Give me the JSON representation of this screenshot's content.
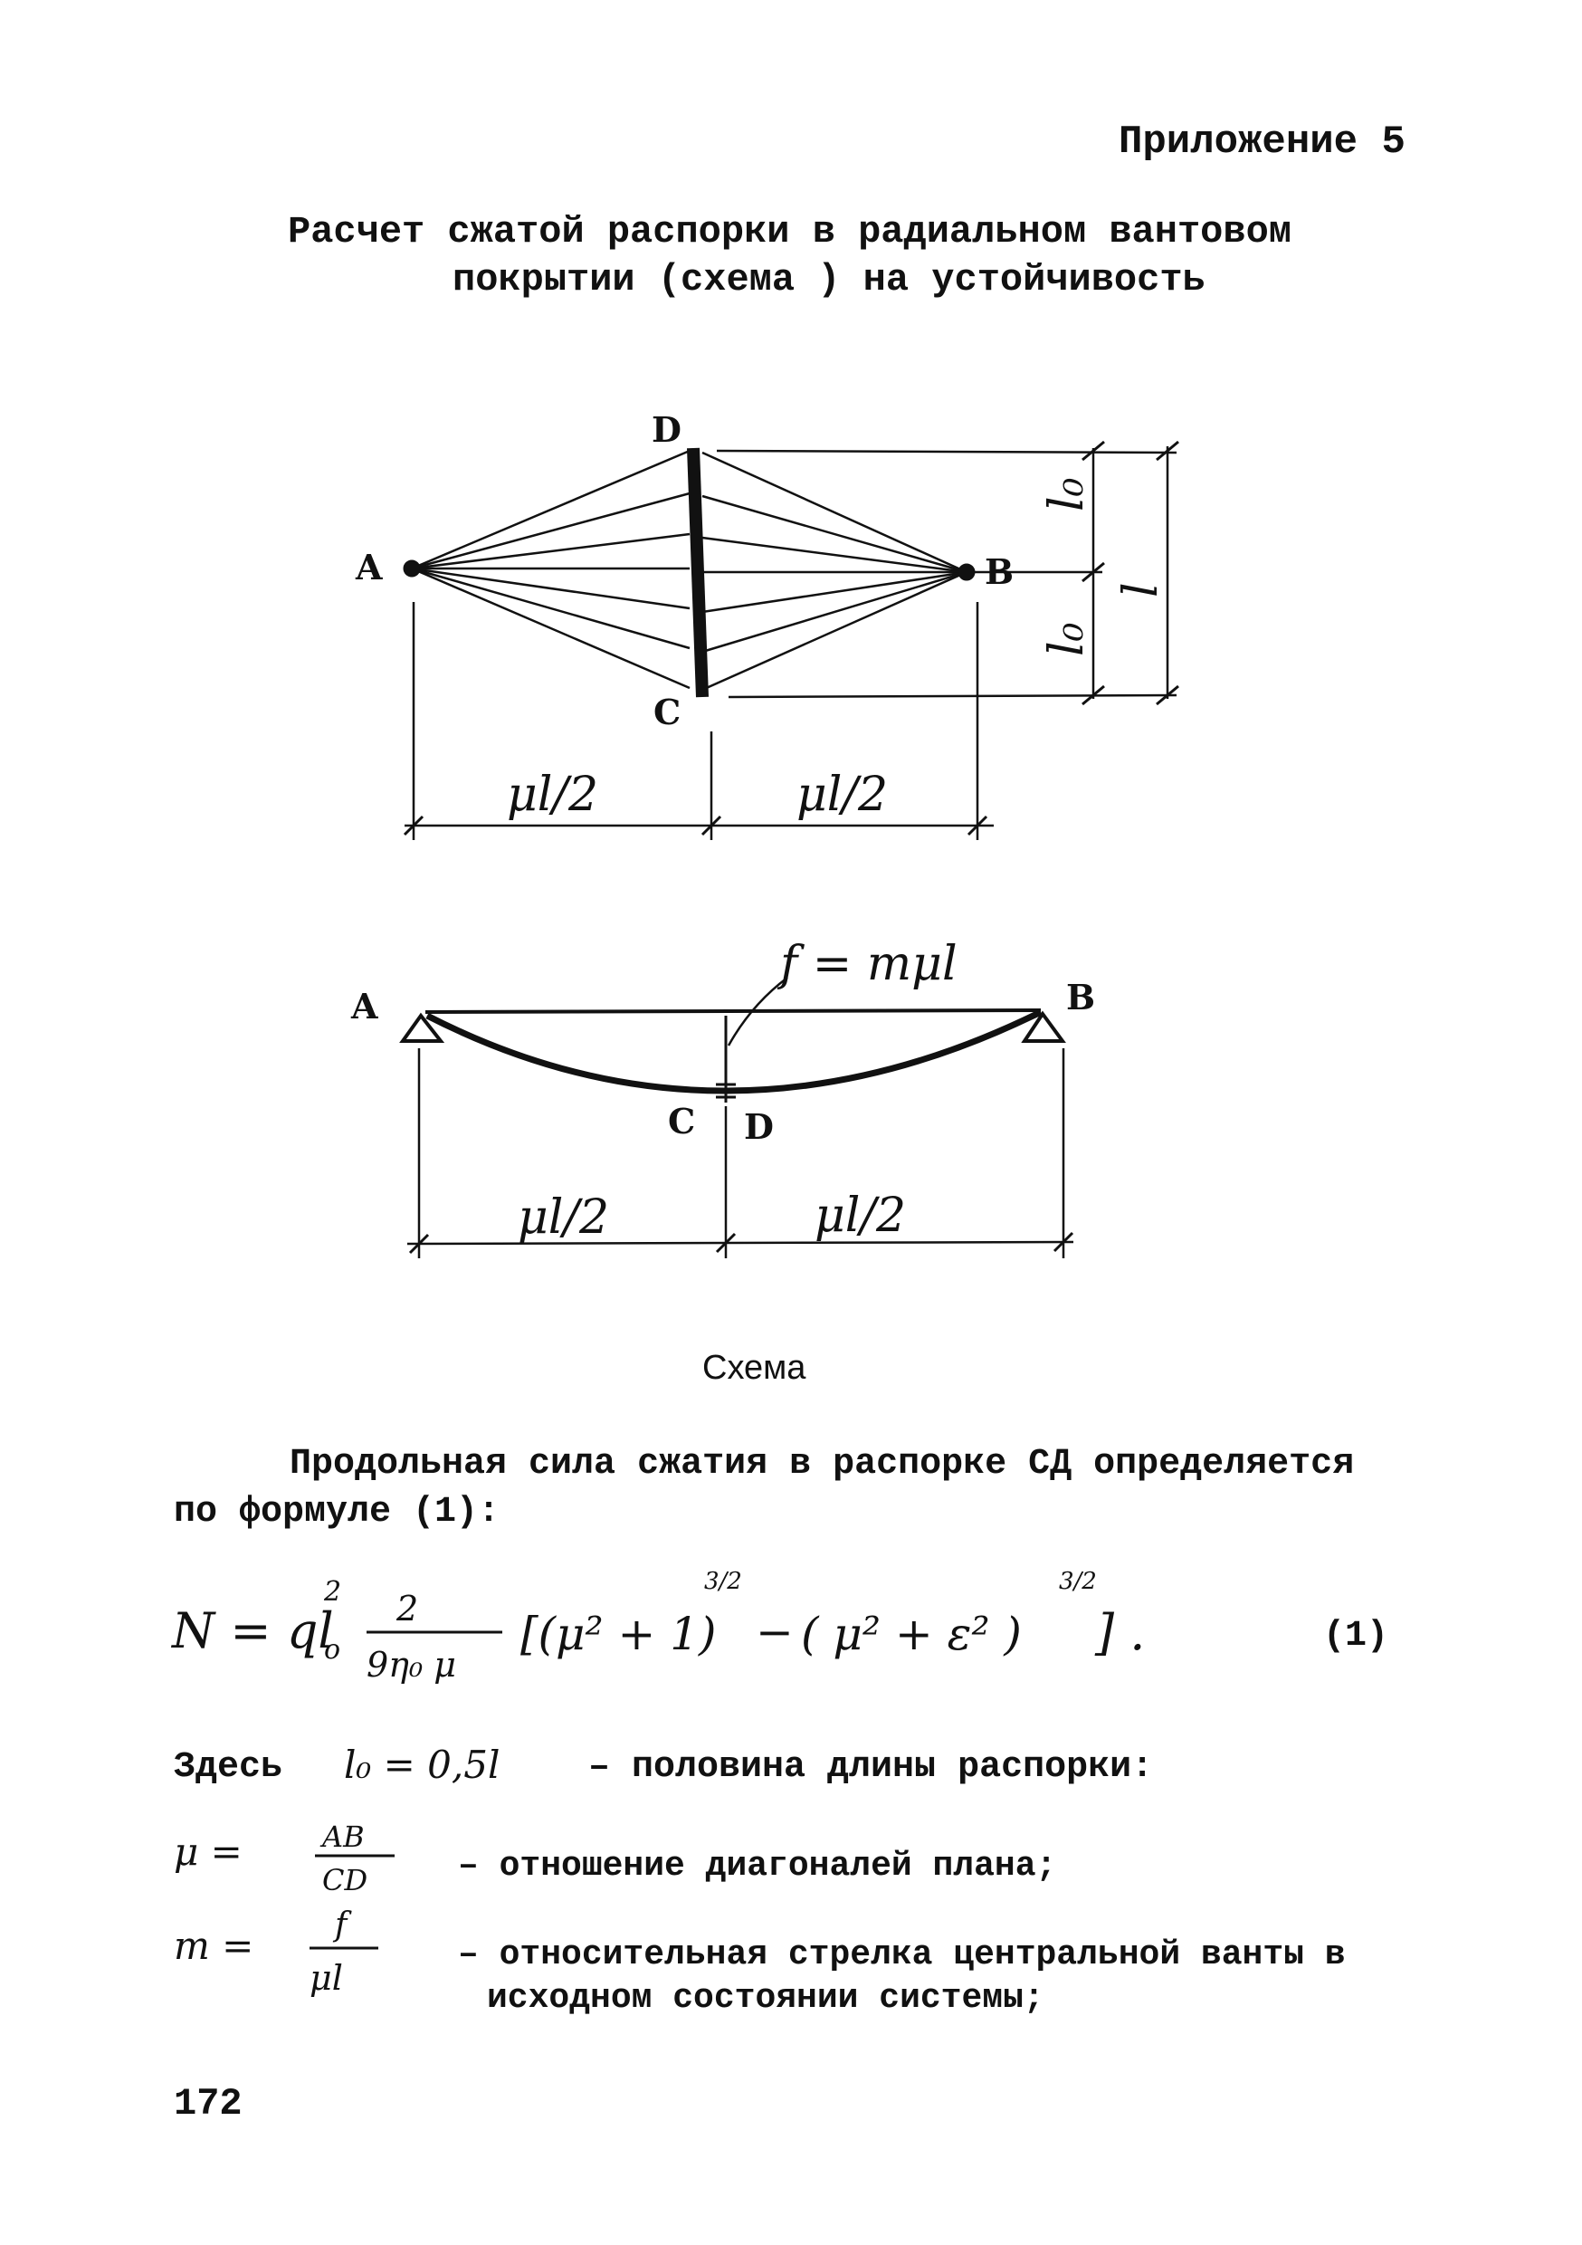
{
  "header": {
    "appendix": "Приложение 5",
    "title_line1": "Расчет сжатой распорки в радиальном вантовом",
    "title_line2": "покрытии (схема  ) на устойчивость"
  },
  "figure_top": {
    "points": {
      "A": "A",
      "B": "B",
      "C": "C",
      "D": "D"
    },
    "dim_left": "μl/2",
    "dim_right": "μl/2",
    "dim_l0_top": "l₀",
    "dim_l0_bottom": "l₀",
    "dim_l": "l"
  },
  "figure_bottom": {
    "points": {
      "A": "A",
      "B": "B",
      "C": "C",
      "D": "D"
    },
    "sag_label": "f = mμl",
    "dim_left": "μl/2",
    "dim_right": "μl/2"
  },
  "caption": "Схема",
  "paragraph": {
    "line1": "Продольная сила сжатия в распорке СД определяется",
    "line2": "по формуле (1):"
  },
  "equation": {
    "lhs": "N = ql",
    "exp2": "2",
    "sub0": "o",
    "frac_num": "2",
    "frac_den": "9η₀ μ",
    "bracket1": "[(μ² + 1)",
    "exp32a": "3/2",
    "minus": "−",
    "bracket2": "( μ² + ε² )",
    "exp32b": "3/2",
    "close": "] .",
    "number": "(1)"
  },
  "definitions": {
    "here_label": "Здесь",
    "here_value": "l₀ = 0,5l",
    "here_desc": "– половина длины распорки:",
    "mu_symbol": "μ =",
    "mu_num": "AB",
    "mu_den": "CD",
    "mu_desc": "– отношение диагоналей плана;",
    "m_symbol": "m =",
    "m_num": "f",
    "m_den": "μl",
    "m_desc_line1": "– относительная стрелка центральной ванты в",
    "m_desc_line2": "исходном состоянии системы;"
  },
  "page_number": "172"
}
